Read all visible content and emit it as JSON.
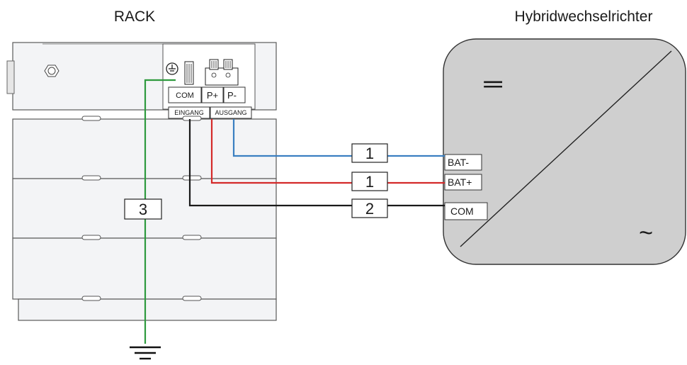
{
  "rack": {
    "title": "RACK",
    "ports": {
      "com": "COM",
      "p_plus": "P+",
      "p_minus": "P-"
    },
    "io": {
      "input": "EINGANG",
      "output": "AUSGANG"
    }
  },
  "inverter": {
    "title": "Hybridwechselrichter",
    "terminals": {
      "bat_minus": "BAT-",
      "bat_plus": "BAT+",
      "com": "COM"
    },
    "dc_symbol": "═",
    "ac_symbol": "~"
  },
  "cables": {
    "negative": {
      "number": "1",
      "color": "#3a7fc1"
    },
    "positive": {
      "number": "1",
      "color": "#d42a2a"
    },
    "communication": {
      "number": "2",
      "color": "#1a1a1a"
    },
    "ground": {
      "number": "3",
      "color": "#2e9a3e"
    }
  },
  "icons": {
    "ground": "ground-symbol-icon",
    "protective_earth": "protective-earth-icon",
    "cable_gland": "cable-gland-icon",
    "handle": "handle-icon"
  }
}
